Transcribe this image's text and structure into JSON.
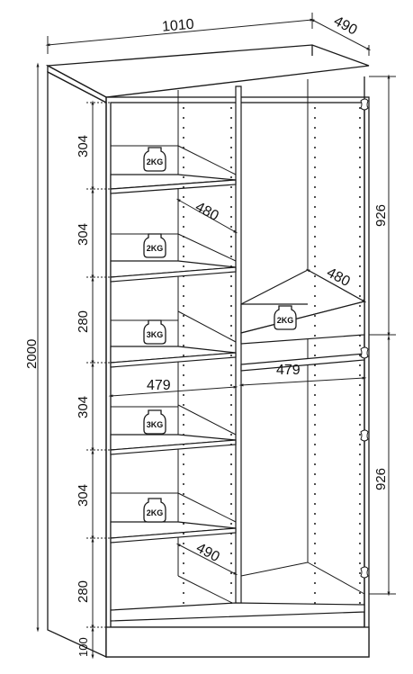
{
  "dimensions": {
    "overall_width": "1010",
    "overall_depth": "490",
    "overall_height": "2000",
    "plinth_height": "100",
    "left_compartments": [
      "304",
      "304",
      "280",
      "304",
      "304",
      "280"
    ],
    "right_upper_height": "926",
    "right_lower_height": "926",
    "left_shelf_depth": "480",
    "right_shelf_depth": "480",
    "left_shelf_width": "479",
    "right_shelf_width": "479",
    "bottom_shelf_depth": "490"
  },
  "weight_label": "KG",
  "weights": [
    {
      "label": "2KG"
    },
    {
      "label": "2KG"
    },
    {
      "label": "3KG"
    },
    {
      "label": "3KG"
    },
    {
      "label": "2KG"
    },
    {
      "label": "2KG"
    }
  ],
  "colors": {
    "line": "#1a1a1a",
    "dim": "#222222"
  }
}
